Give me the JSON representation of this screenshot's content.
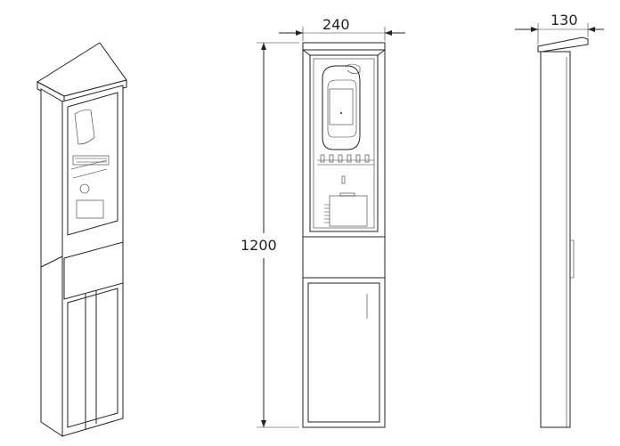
{
  "drawing": {
    "views": [
      "isometric",
      "front",
      "side"
    ],
    "dimensions": {
      "width": "240",
      "height": "1200",
      "depth": "130"
    }
  }
}
